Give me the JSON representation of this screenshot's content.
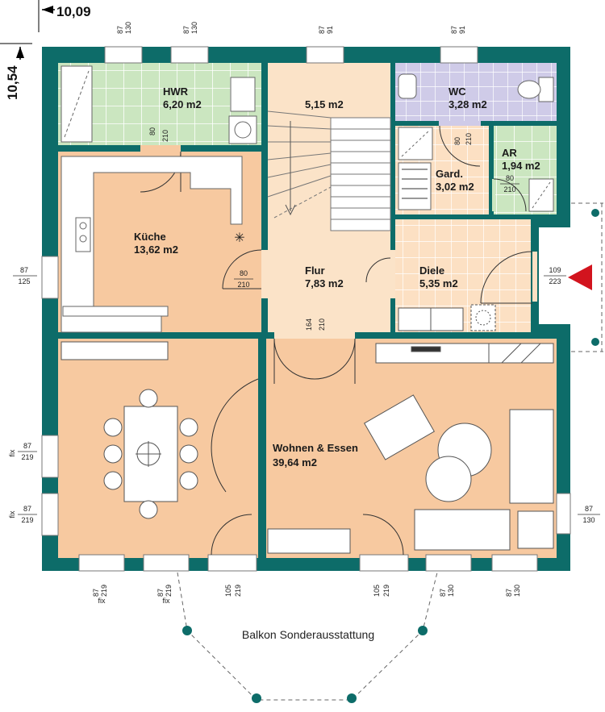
{
  "plan": {
    "overall_width": "10,09",
    "overall_depth": "10,54",
    "colors": {
      "wall": "#0d6c69",
      "warm_floor": "#f7c9a0",
      "stair_floor": "#fbe3c8",
      "tile_green": "#cbe6c0",
      "tile_purple": "#cfcbe8",
      "tile_peach": "#fce0c3",
      "entrance_arrow": "#d2141e"
    },
    "rooms": {
      "hwr": {
        "name": "HWR",
        "area": "6,20 m2"
      },
      "stair": {
        "area": "5,15 m2"
      },
      "wc": {
        "name": "WC",
        "area": "3,28 m2"
      },
      "ar": {
        "name": "AR",
        "area": "1,94 m2"
      },
      "gard": {
        "name": "Gard.",
        "area": "3,02 m2"
      },
      "kueche": {
        "name": "Küche",
        "area": "13,62 m2"
      },
      "flur": {
        "name": "Flur",
        "area": "7,83 m2"
      },
      "diele": {
        "name": "Diele",
        "area": "5,35 m2"
      },
      "wohnen": {
        "name": "Wohnen & Essen",
        "area": "39,64 m2"
      }
    },
    "balcony_label": "Balkon Sonderausstattung",
    "dims": {
      "top_win_1": [
        "87",
        "130"
      ],
      "top_win_2": [
        "87",
        "130"
      ],
      "top_win_3": [
        "87",
        "91"
      ],
      "top_win_4": [
        "87",
        "91"
      ],
      "door_hwr": [
        "80",
        "210"
      ],
      "door_wc": [
        "80",
        "210"
      ],
      "door_ar": [
        "80",
        "210"
      ],
      "door_kueche": [
        "80",
        "210"
      ],
      "door_wohnen": [
        "164",
        "210"
      ],
      "left_win_k": [
        "87",
        "125"
      ],
      "entry": [
        "109",
        "223"
      ],
      "left_win_a": [
        "fix",
        "87",
        "219"
      ],
      "left_win_b": [
        "fix",
        "87",
        "219"
      ],
      "right_win": [
        "87",
        "130"
      ],
      "bot_1": [
        "87",
        "219",
        "fix"
      ],
      "bot_2": [
        "87",
        "219",
        "fix"
      ],
      "bot_3": [
        "105",
        "219"
      ],
      "bot_4": [
        "105",
        "219"
      ],
      "bot_5": [
        "87",
        "130"
      ],
      "bot_6": [
        "87",
        "130"
      ]
    }
  }
}
